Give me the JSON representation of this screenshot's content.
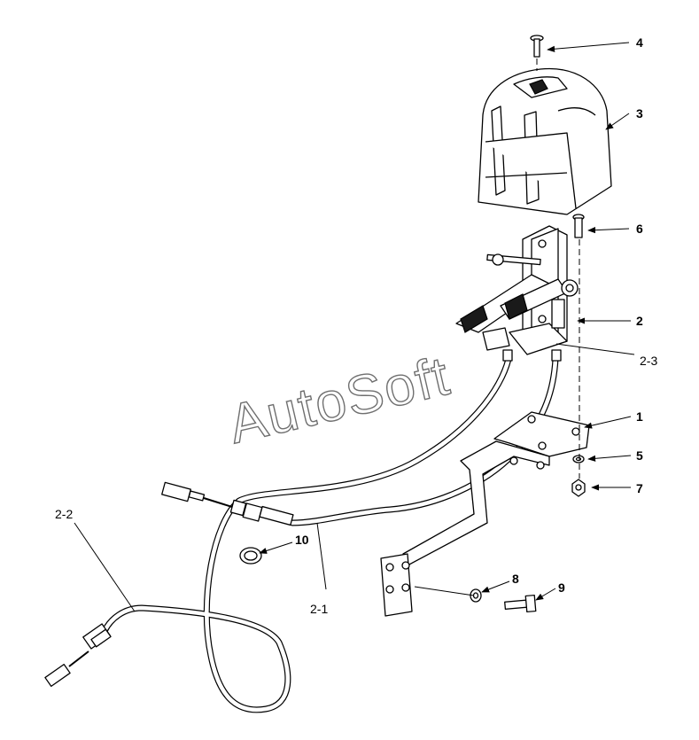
{
  "watermark": "AutoSoft",
  "callouts": {
    "p1": "1",
    "p2": "2",
    "p2_1": "2-1",
    "p2_2": "2-2",
    "p2_3": "2-3",
    "p3": "3",
    "p4": "4",
    "p5": "5",
    "p6": "6",
    "p7": "7",
    "p8": "8",
    "p9": "9",
    "p10": "10"
  }
}
